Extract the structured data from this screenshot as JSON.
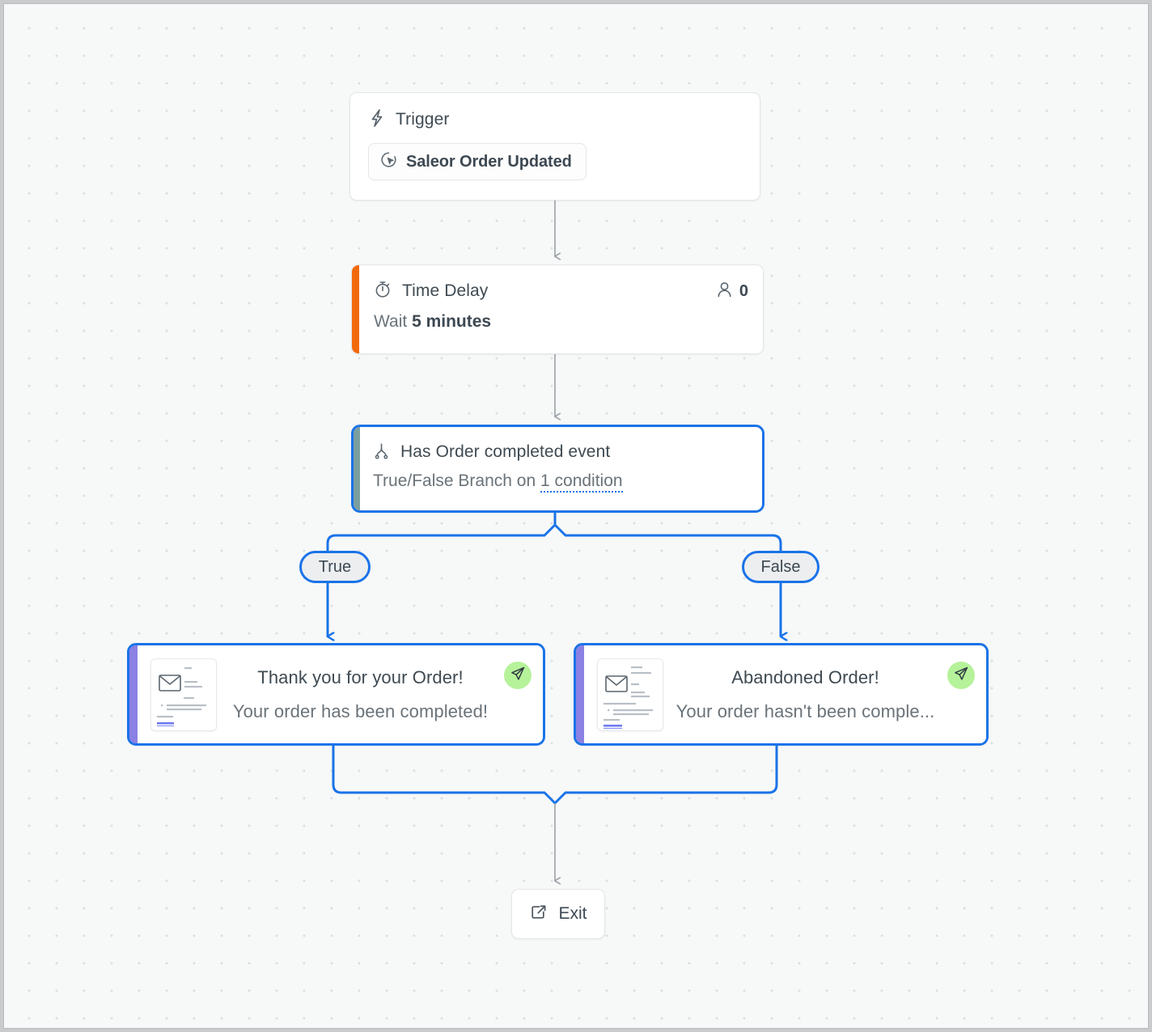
{
  "canvas": {
    "background_color": "#f7f8f8",
    "dot_color": "#dcdfe1",
    "selection_color": "#1a73e8"
  },
  "nodes": {
    "trigger": {
      "icon": "lightning-bolt-icon",
      "title": "Trigger",
      "source_icon": "saleor-cursor-icon",
      "source_label": "Saleor Order Updated"
    },
    "time_delay": {
      "icon": "stopwatch-icon",
      "title": "Time Delay",
      "count_icon": "person-icon",
      "count": "0",
      "wait_prefix": "Wait",
      "wait_value": "5 minutes",
      "accent_color": "#f2690d"
    },
    "branch": {
      "icon": "split-branch-icon",
      "title": "Has Order completed event",
      "description_prefix": "True/False Branch on",
      "condition_link": "1 condition",
      "accent_color": "#7b9fa0",
      "selected": true
    },
    "branch_labels": {
      "true": "True",
      "false": "False"
    },
    "email_true": {
      "thumbnail_icon": "envelope-icon",
      "subject": "Thank you for your Order!",
      "preview": "Your order has been completed!",
      "badge_icon": "send-paper-plane-icon",
      "accent_color": "#8b80e3",
      "badge_color": "#b6f29a",
      "selected": true
    },
    "email_false": {
      "thumbnail_icon": "envelope-icon",
      "subject": "Abandoned Order!",
      "preview": "Your order hasn't been comple...",
      "badge_icon": "send-paper-plane-icon",
      "accent_color": "#8b80e3",
      "badge_color": "#b6f29a",
      "selected": true
    },
    "exit": {
      "icon": "external-link-icon",
      "label": "Exit"
    }
  }
}
